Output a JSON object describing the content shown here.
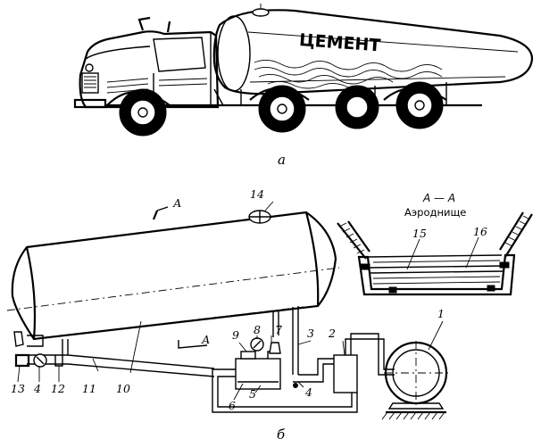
{
  "truck": {
    "logo_text": "ЦЕМЕНТ",
    "caption": "а"
  },
  "schematic": {
    "caption": "б",
    "section_marker": "А",
    "callouts": [
      {
        "id": "c1",
        "text": "1"
      },
      {
        "id": "c2",
        "text": "2"
      },
      {
        "id": "c3",
        "text": "3"
      },
      {
        "id": "c4a",
        "text": "4"
      },
      {
        "id": "c4b",
        "text": "4"
      },
      {
        "id": "c5",
        "text": "5"
      },
      {
        "id": "c6",
        "text": "6"
      },
      {
        "id": "c7",
        "text": "7"
      },
      {
        "id": "c8",
        "text": "8"
      },
      {
        "id": "c9",
        "text": "9"
      },
      {
        "id": "c10",
        "text": "10"
      },
      {
        "id": "c11",
        "text": "11"
      },
      {
        "id": "c12",
        "text": "12"
      },
      {
        "id": "c13",
        "text": "13"
      },
      {
        "id": "c14",
        "text": "14"
      }
    ]
  },
  "section": {
    "title": "А — А",
    "subtitle": "Аэроднище",
    "callouts": [
      {
        "id": "c15",
        "text": "15"
      },
      {
        "id": "c16",
        "text": "16"
      }
    ]
  }
}
